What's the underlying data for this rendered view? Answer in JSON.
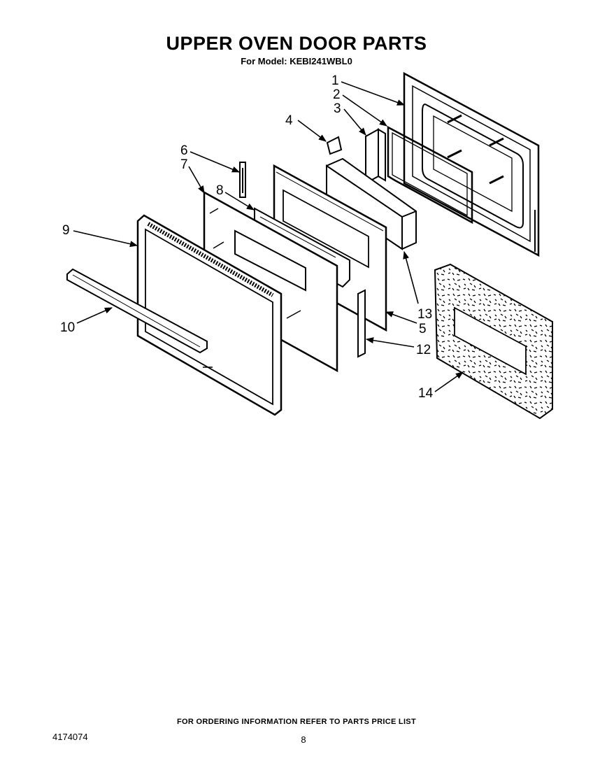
{
  "header": {
    "title": "UPPER OVEN DOOR PARTS",
    "model_line": "For Model: KEBI241WBL0"
  },
  "callouts": [
    "1",
    "2",
    "3",
    "4",
    "6",
    "7",
    "8",
    "9",
    "10",
    "13",
    "5",
    "12",
    "14"
  ],
  "footer": {
    "ordering_note": "FOR ORDERING INFORMATION REFER TO PARTS PRICE LIST",
    "document_number": "4174074",
    "page_number": "8"
  }
}
